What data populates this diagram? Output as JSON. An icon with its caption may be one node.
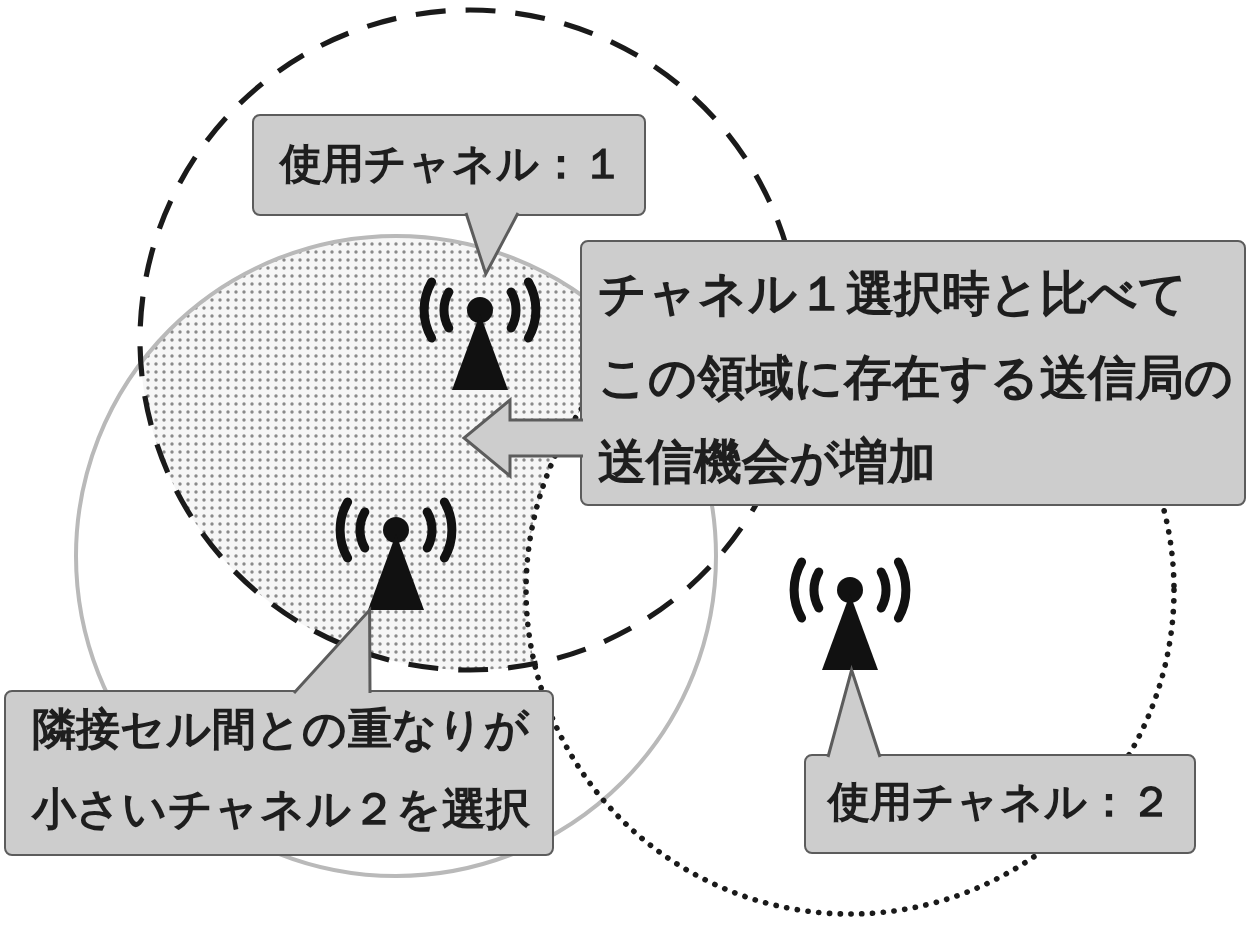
{
  "diagram": {
    "nodes": [
      {
        "text": [
          "使用チャネル：１"
        ]
      },
      {
        "text": [
          "チャネル１選択時と比べてこの領域に存在する送信局の送信機会が増加"
        ]
      },
      {
        "text": [],
        "shape": "area"
      },
      {
        "text": [],
        "shape": "picture",
        "in": 2
      },
      {
        "text": [],
        "shape": "picture",
        "in": 2
      },
      {
        "text": [],
        "shape": "picture"
      },
      {
        "text": [
          "隣接セル間との重なりが小さいチャネル２を選択"
        ]
      },
      {
        "text": [
          "使用チャネル：２"
        ]
      }
    ],
    "edges": [
      {
        "from": 0,
        "to": 3,
        "arrow": "to"
      },
      {
        "from": 1,
        "to": 2,
        "arrow": "to"
      },
      {
        "from": 6,
        "to": 4,
        "arrow": "to"
      },
      {
        "from": 7,
        "to": 5,
        "arrow": "to"
      }
    ]
  }
}
